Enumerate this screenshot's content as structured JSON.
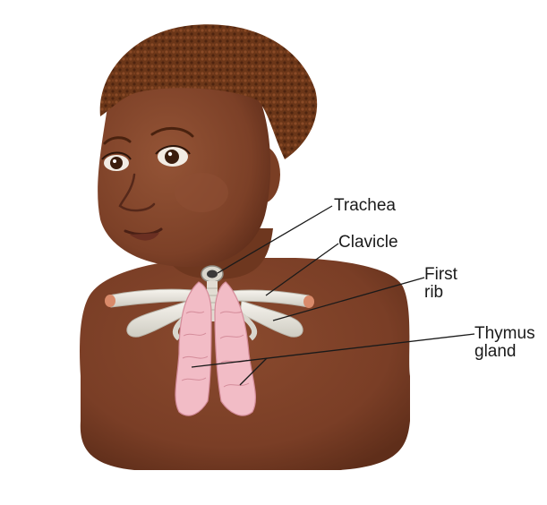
{
  "labels": {
    "trachea": "Trachea",
    "clavicle": "Clavicle",
    "first_rib_line1": "First",
    "first_rib_line2": "rib",
    "thymus_line1": "Thymus",
    "thymus_line2": "gland"
  },
  "colors": {
    "skin": "#7a3e26",
    "skin_shadow": "#5c2c19",
    "hair": "#6b3618",
    "bone": "#e8e6df",
    "bone_tip": "#d98a6a",
    "thymus": "#f2bcc6",
    "thymus_line": "#d48c9a",
    "leader_line": "#1a1a1a"
  }
}
